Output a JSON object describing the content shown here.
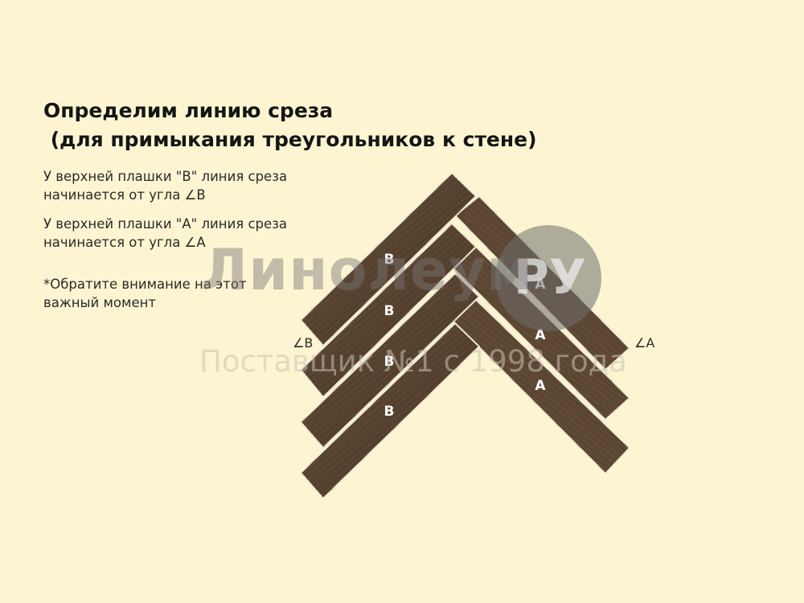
{
  "title": {
    "line1": "Определим линию среза",
    "line2": " (для примыкания треугольников к стене)"
  },
  "notes": {
    "b_line1": "У верхней плашки \"В\" линия среза",
    "b_line2": "начинается от угла ∠В",
    "a_line1": "У верхней плашки \"А\" линия среза",
    "a_line2": "начинается от угла ∠А",
    "remark_line1": "*Обратите внимание на этот",
    "remark_line2": "важный момент"
  },
  "corners": {
    "b": "∠В",
    "a": "∠А"
  },
  "planks": {
    "b_labels": [
      "В",
      "В",
      "В",
      "В"
    ],
    "a_labels": [
      "А",
      "А",
      "А"
    ]
  },
  "watermark": {
    "logo": "Линолеум",
    "circle": "РУ",
    "subtitle": "Поставщик №1 с 1998 года"
  },
  "colors": {
    "background": "#fdf5d1",
    "wood": "#5a4531",
    "wood_light": "#6c5640",
    "wood_dark": "#3e2f21"
  }
}
